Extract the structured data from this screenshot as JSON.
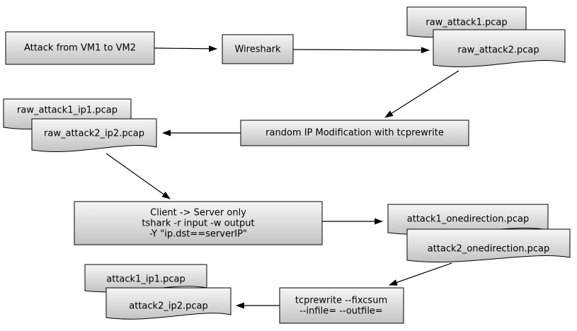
{
  "colors": {
    "shape_fill_light": "#f6f6f6",
    "shape_fill_dark": "#c3c3c3",
    "stroke": "#000000",
    "background": "#ffffff"
  },
  "nodes": {
    "attack_vm": {
      "label": "Attack from VM1 to VM2"
    },
    "wireshark": {
      "label": "Wireshark"
    },
    "raw_attack1": {
      "label": "raw_attack1.pcap"
    },
    "raw_attack2": {
      "label": "raw_attack2.pcap"
    },
    "ip_modification": {
      "label": "random IP Modification with tcprewrite"
    },
    "raw_attack1_ip1": {
      "label": "raw_attack1_ip1.pcap"
    },
    "raw_attack2_ip2": {
      "label": "raw_attack2_ip2.pcap"
    },
    "tshark_filter": {
      "line1": "Client -> Server only",
      "line2": "tshark -r input -w output",
      "line3": "-Y \"ip.dst==serverIP\""
    },
    "attack1_onedirection": {
      "label": "attack1_onedirection.pcap"
    },
    "attack2_onedirection": {
      "label": "attack2_onedirection.pcap"
    },
    "tcprewrite_fixcsum": {
      "line1": "tcprewrite --fixcsum",
      "line2": "--infile= --outfile="
    },
    "attack1_ip1": {
      "label": "attack1_ip1.pcap"
    },
    "attack2_ip2": {
      "label": "attack2_ip2.pcap"
    }
  }
}
